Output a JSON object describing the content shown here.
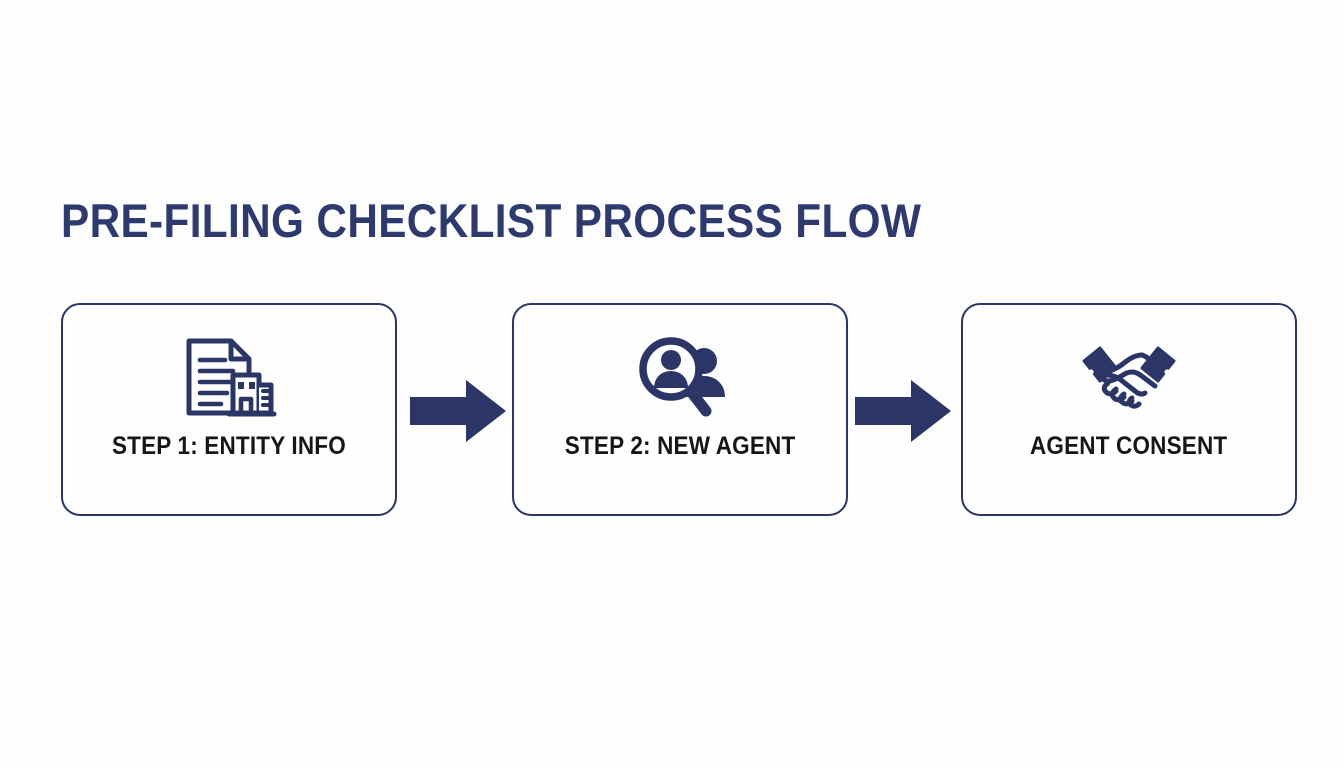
{
  "slide": {
    "title": "PRE-FILING CHECKLIST PROCESS FLOW",
    "background_color": "#fdfdfe",
    "accent_color": "#2b3566",
    "title_color": "#2e3a6e",
    "label_color": "#161616",
    "card_fill_color": "#fefefe",
    "arrow_color": "#2b3566"
  },
  "flow": {
    "steps": [
      {
        "label": "STEP 1: ENTITY INFO",
        "icon": "document-building-icon"
      },
      {
        "label": "STEP 2: NEW AGENT",
        "icon": "person-search-icon"
      },
      {
        "label": "AGENT CONSENT",
        "icon": "handshake-icon"
      }
    ],
    "connectors": [
      {
        "icon": "arrow-right-icon",
        "from": "STEP 1: ENTITY INFO",
        "to": "STEP 2: NEW AGENT"
      },
      {
        "icon": "arrow-right-icon",
        "from": "STEP 2: NEW AGENT",
        "to": "AGENT CONSENT"
      }
    ]
  }
}
